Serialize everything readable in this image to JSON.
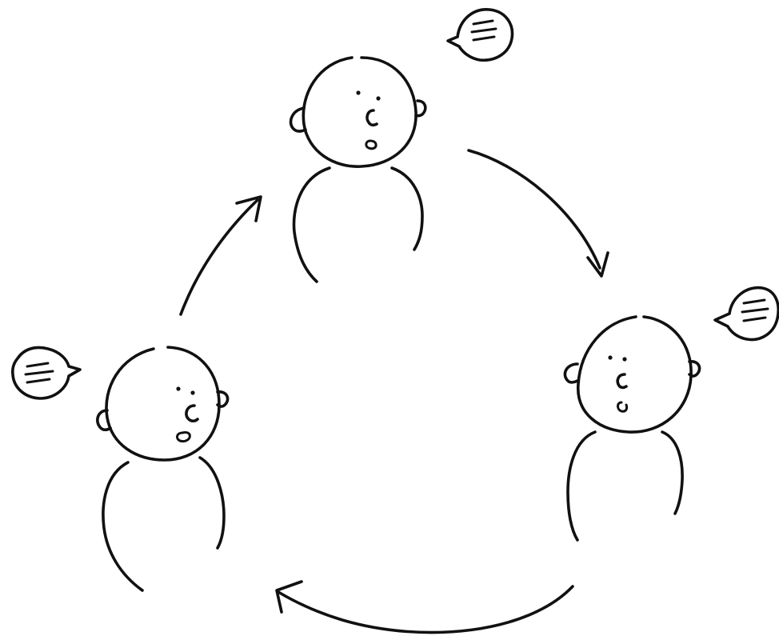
{
  "illustration": {
    "people_count": 3,
    "speech_bubbles_count": 3,
    "arrows_count": 3,
    "flow_direction": "clockwise",
    "ink_color": "#111111",
    "background_color": "#ffffff",
    "icons": [
      "person-icon",
      "speech-bubble-icon",
      "arrow-icon"
    ]
  }
}
